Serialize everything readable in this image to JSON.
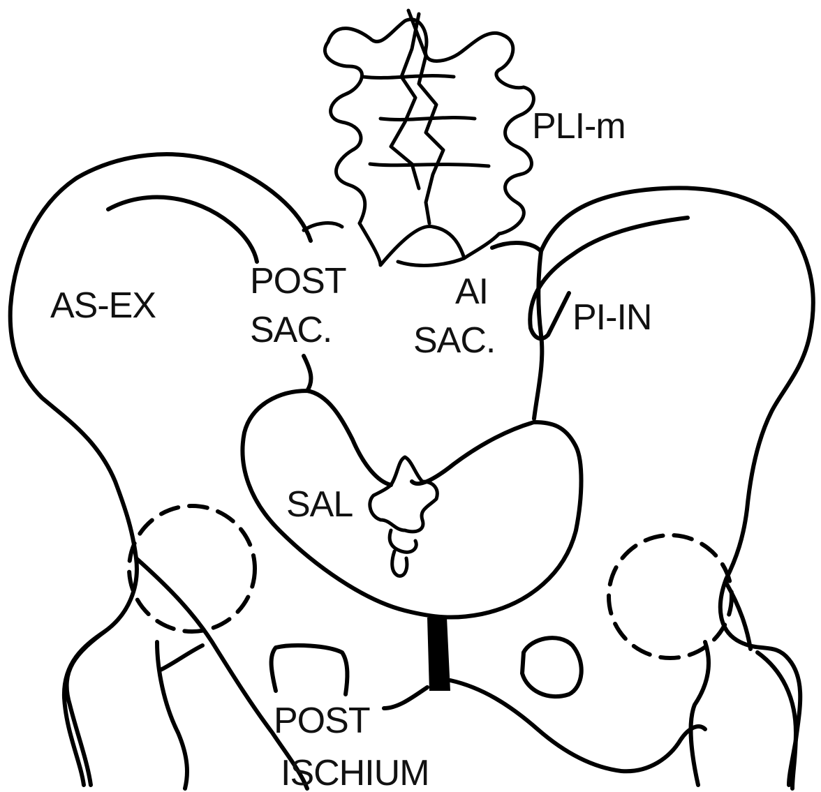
{
  "labels": {
    "pli_m": "PLI-m",
    "as_ex": "AS-EX",
    "post_sac_line1": "POST",
    "post_sac_line2": "SAC.",
    "ai_sac_line1": "AI",
    "ai_sac_line2": "SAC.",
    "pi_in": "PI-IN",
    "sal": "SAL",
    "post_ischium_line1": "POST",
    "post_ischium_line2": "ISCHIUM"
  },
  "colors": {
    "stroke": "#000000",
    "background": "#ffffff",
    "text": "#111111"
  }
}
